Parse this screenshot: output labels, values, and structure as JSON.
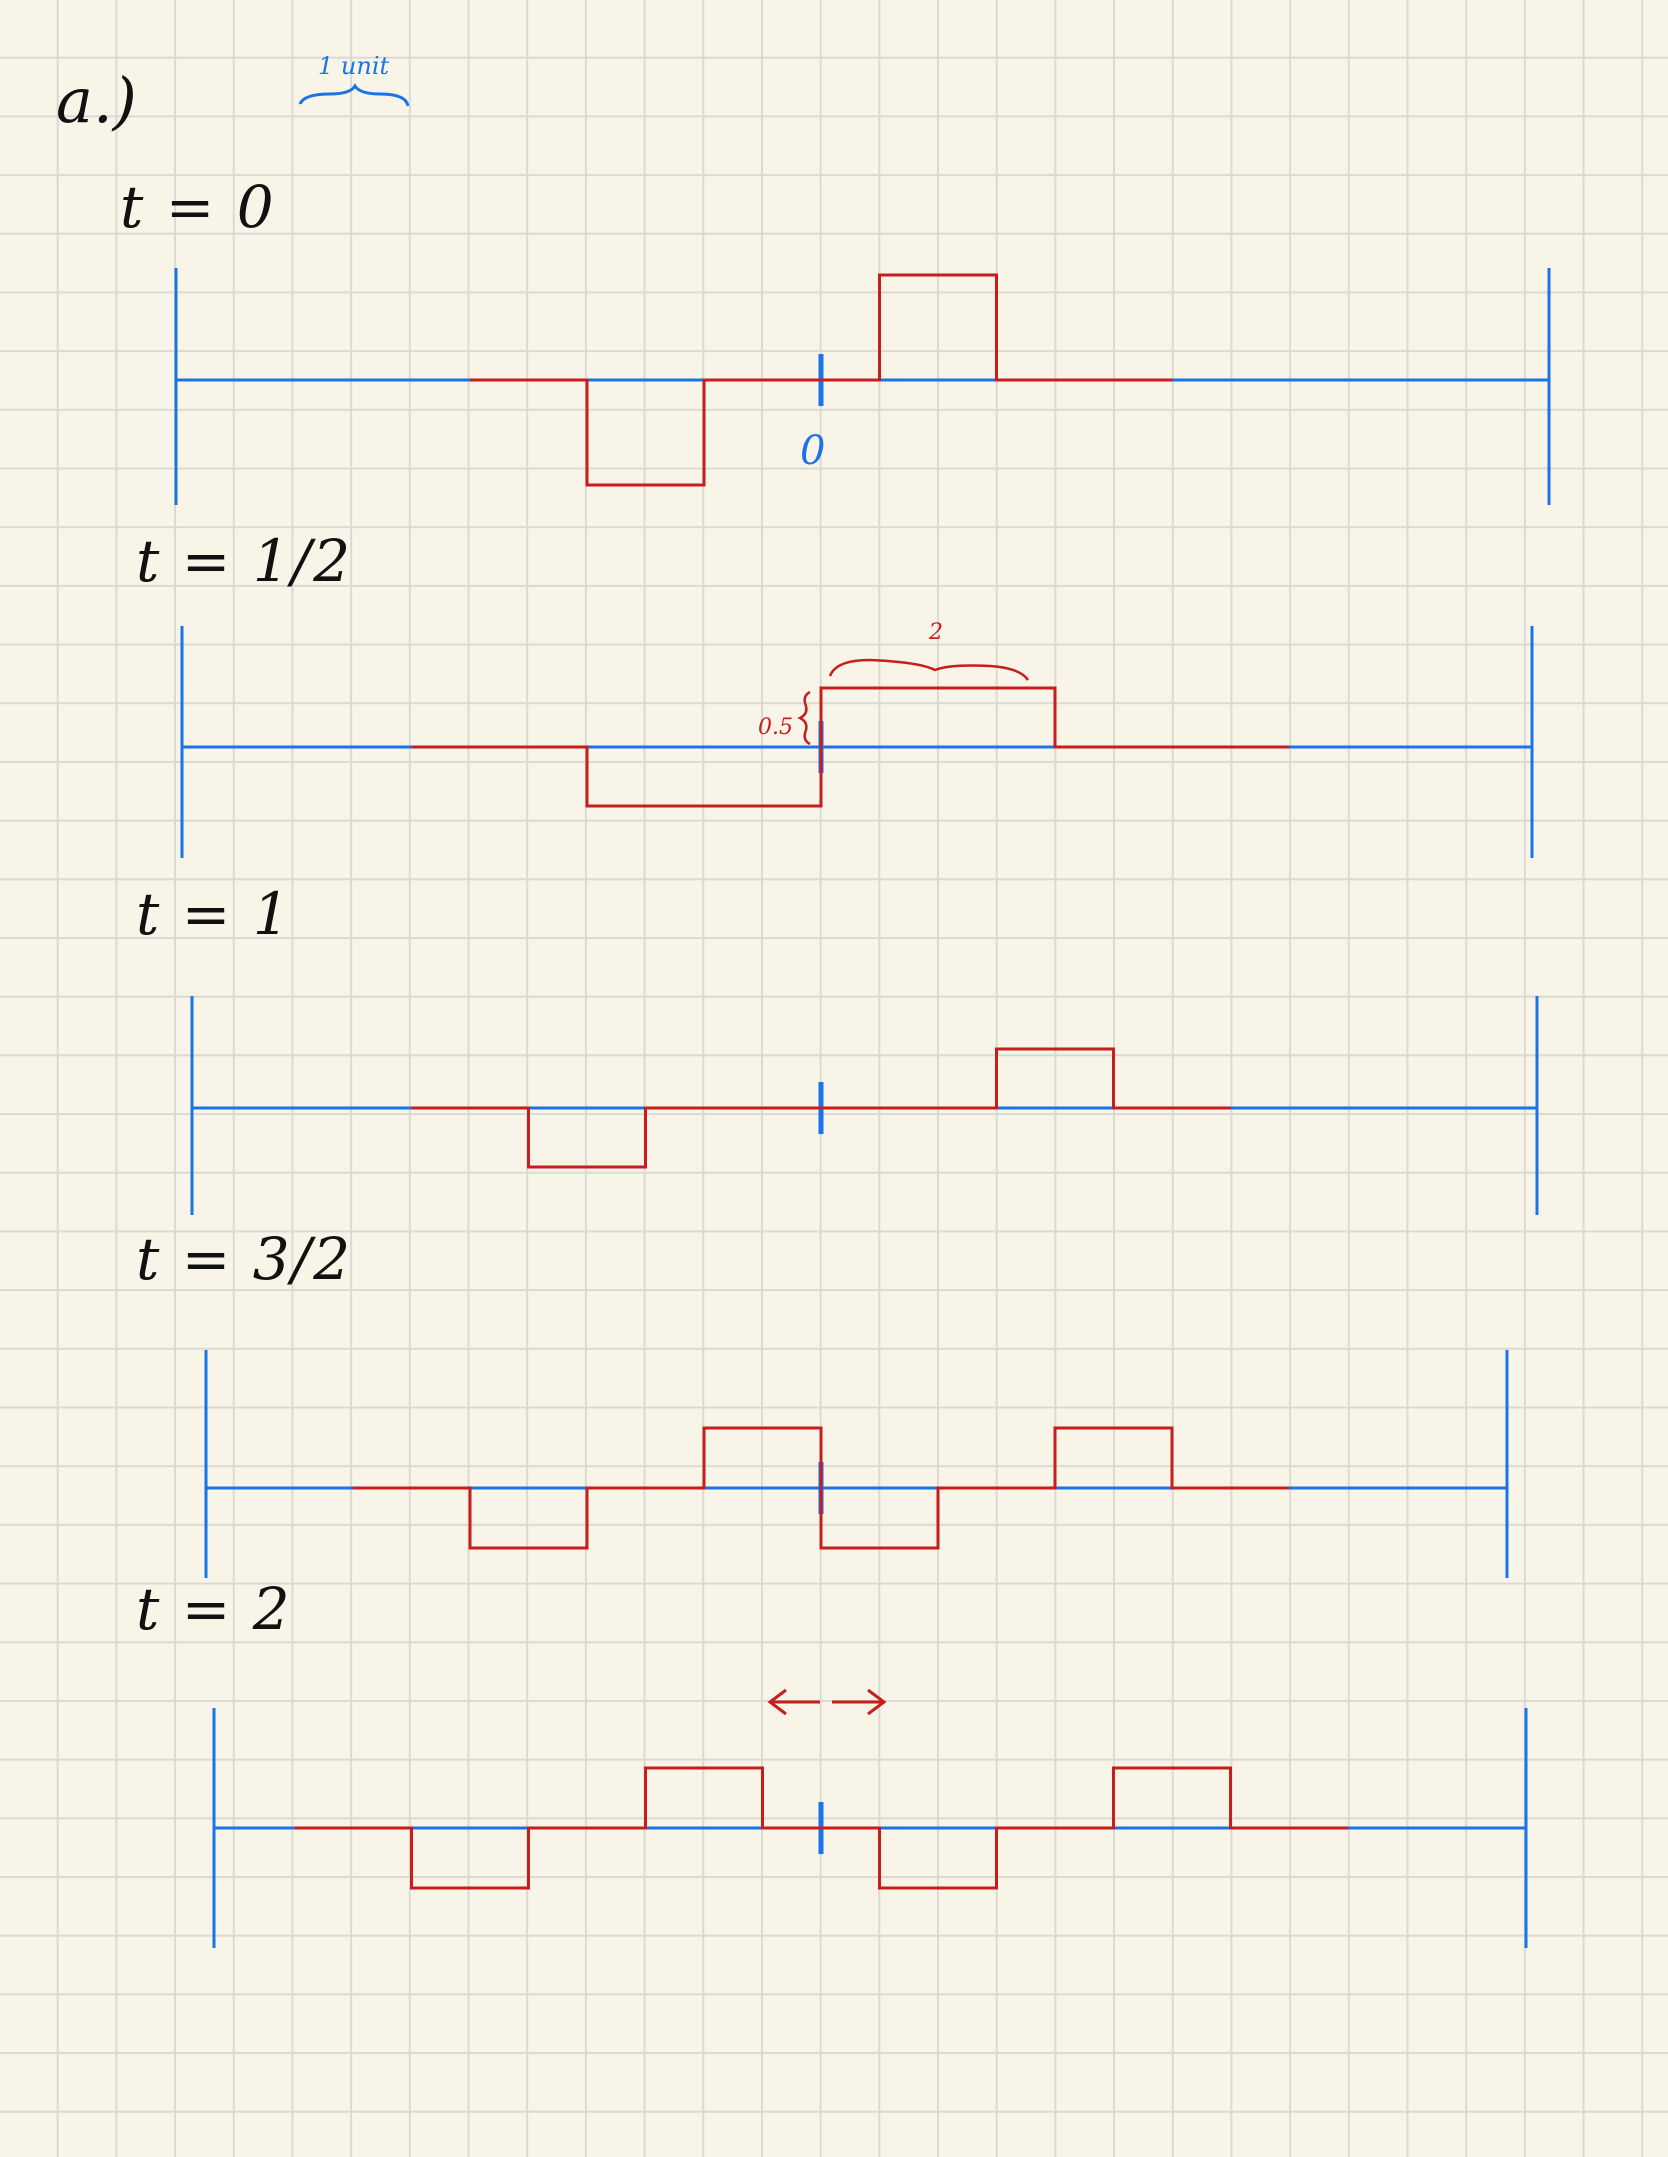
{
  "part_label": "a.)",
  "scale_label": "1 unit",
  "origin_label": "0",
  "width_annotation": "2",
  "height_annotation": "0.5",
  "colors": {
    "axis": "#1a73e8",
    "wave": "#c81d1d",
    "ink": "#111111",
    "paper": "#f8f5e8",
    "grid": "#d9dad2"
  },
  "panels": [
    {
      "time_label": "t = 0",
      "segments": [
        {
          "x": [
            -3.0,
            -2.0
          ],
          "y": 0.0
        },
        {
          "x": [
            -2.0,
            -1.0
          ],
          "y": -1.0
        },
        {
          "x": [
            -1.0,
            0.5
          ],
          "y": 0.0
        },
        {
          "x": [
            0.5,
            1.5
          ],
          "y": 1.0
        },
        {
          "x": [
            1.5,
            3.0
          ],
          "y": 0.0
        }
      ]
    },
    {
      "time_label": "t = 1/2",
      "segments": [
        {
          "x": [
            -3.5,
            -2.0
          ],
          "y": 0.0
        },
        {
          "x": [
            -2.0,
            0.0
          ],
          "y": -0.5
        },
        {
          "x": [
            0.0,
            2.0
          ],
          "y": 0.5
        },
        {
          "x": [
            2.0,
            4.0
          ],
          "y": 0.0
        }
      ]
    },
    {
      "time_label": "t = 1",
      "segments": [
        {
          "x": [
            -3.5,
            -2.5
          ],
          "y": 0.0
        },
        {
          "x": [
            -2.5,
            -1.5
          ],
          "y": -0.5
        },
        {
          "x": [
            -1.5,
            1.5
          ],
          "y": 0.0
        },
        {
          "x": [
            1.5,
            2.5
          ],
          "y": 0.5
        },
        {
          "x": [
            2.5,
            3.5
          ],
          "y": 0.0
        }
      ]
    },
    {
      "time_label": "t = 3/2",
      "segments": [
        {
          "x": [
            -4.0,
            -3.0
          ],
          "y": 0.0
        },
        {
          "x": [
            -3.0,
            -2.0
          ],
          "y": -0.5
        },
        {
          "x": [
            -2.0,
            -1.0
          ],
          "y": 0.0
        },
        {
          "x": [
            -1.0,
            0.0
          ],
          "y": 0.5
        },
        {
          "x": [
            0.0,
            1.0
          ],
          "y": -0.5
        },
        {
          "x": [
            1.0,
            2.0
          ],
          "y": 0.0
        },
        {
          "x": [
            2.0,
            3.0
          ],
          "y": 0.5
        },
        {
          "x": [
            3.0,
            4.0
          ],
          "y": 0.0
        }
      ]
    },
    {
      "time_label": "t = 2",
      "segments": [
        {
          "x": [
            -4.5,
            -3.5
          ],
          "y": 0.0
        },
        {
          "x": [
            -3.5,
            -2.5
          ],
          "y": -0.5
        },
        {
          "x": [
            -2.5,
            -1.5
          ],
          "y": 0.0
        },
        {
          "x": [
            -1.5,
            -0.5
          ],
          "y": 0.5
        },
        {
          "x": [
            -0.5,
            0.5
          ],
          "y": 0.0
        },
        {
          "x": [
            0.5,
            1.5
          ],
          "y": -0.5
        },
        {
          "x": [
            1.5,
            2.5
          ],
          "y": 0.0
        },
        {
          "x": [
            2.5,
            3.5
          ],
          "y": 0.5
        },
        {
          "x": [
            3.5,
            4.5
          ],
          "y": 0.0
        }
      ]
    }
  ]
}
